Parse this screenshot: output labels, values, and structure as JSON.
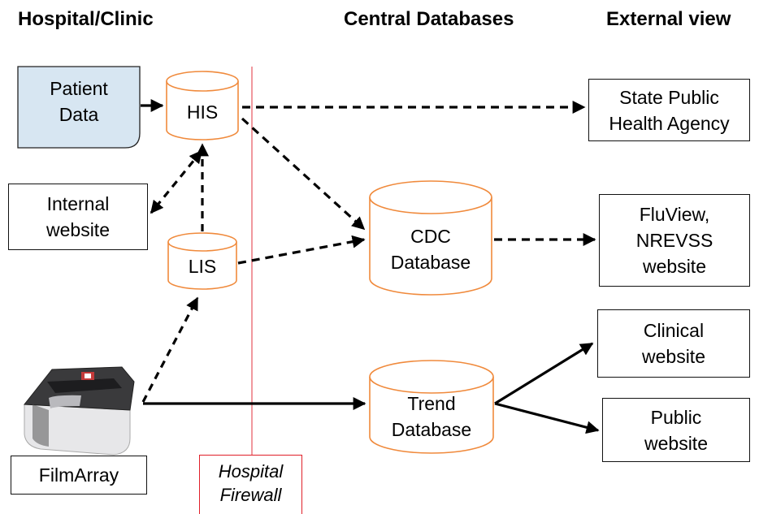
{
  "headers": {
    "hospital": "Hospital/Clinic",
    "central": "Central Databases",
    "external": "External view"
  },
  "nodes": {
    "patient_data": "Patient\nData",
    "his": "HIS",
    "lis": "LIS",
    "internal_website": "Internal\nwebsite",
    "filmarray": "FilmArray",
    "firewall": "Hospital\nFirewall",
    "cdc_database": "CDC\nDatabase",
    "trend_database": "Trend\nDatabase",
    "state_agency": "State Public\nHealth Agency",
    "fluview": "FluView,\nNREVSS\nwebsite",
    "clinical_website": "Clinical\nwebsite",
    "public_website": "Public\nwebsite"
  },
  "colors": {
    "cylinder_stroke": "#f08a3c",
    "patient_fill": "#d7e6f2",
    "firewall_line": "#e8606a"
  },
  "edges": [
    {
      "from": "patient_data",
      "to": "his",
      "style": "solid"
    },
    {
      "from": "his",
      "to": "state_agency",
      "style": "dashed"
    },
    {
      "from": "his",
      "to": "cdc_database",
      "style": "dashed"
    },
    {
      "from": "his",
      "to": "internal_website",
      "style": "dashed",
      "bidirectional": true
    },
    {
      "from": "lis",
      "to": "his",
      "style": "dashed"
    },
    {
      "from": "lis",
      "to": "cdc_database",
      "style": "dashed"
    },
    {
      "from": "filmarray",
      "to": "lis",
      "style": "dashed"
    },
    {
      "from": "filmarray",
      "to": "trend_database",
      "style": "solid"
    },
    {
      "from": "cdc_database",
      "to": "fluview",
      "style": "dashed"
    },
    {
      "from": "trend_database",
      "to": "clinical_website",
      "style": "solid"
    },
    {
      "from": "trend_database",
      "to": "public_website",
      "style": "solid"
    }
  ]
}
